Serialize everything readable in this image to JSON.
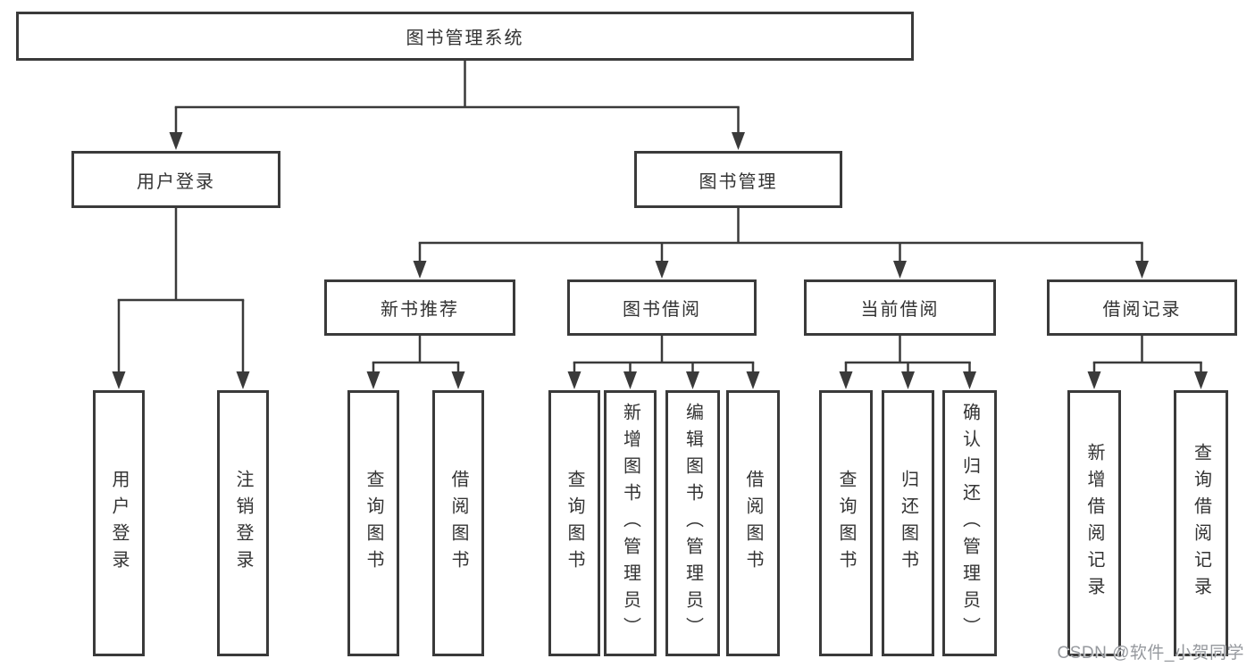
{
  "diagram": {
    "title": "图书管理系统",
    "type": "hierarchy-tree",
    "watermark": "CSDN @软件_小贺同学",
    "colors": {
      "line": "#3a3a3a",
      "box_border": "#3a3a3a",
      "box_background": "#ffffff",
      "text": "#333333",
      "watermark": "#96999e",
      "background": "#ffffff"
    },
    "nodes": [
      {
        "id": "root",
        "label": "图书管理系统",
        "parent": null
      },
      {
        "id": "login",
        "label": "用户登录",
        "parent": "root"
      },
      {
        "id": "mgmt",
        "label": "图书管理",
        "parent": "root"
      },
      {
        "id": "v_login",
        "label": "用户登录",
        "parent": "login"
      },
      {
        "id": "v_logout",
        "label": "注销登录",
        "parent": "login"
      },
      {
        "id": "newbook",
        "label": "新书推荐",
        "parent": "mgmt"
      },
      {
        "id": "borrow",
        "label": "图书借阅",
        "parent": "mgmt"
      },
      {
        "id": "current",
        "label": "当前借阅",
        "parent": "mgmt"
      },
      {
        "id": "records",
        "label": "借阅记录",
        "parent": "mgmt"
      },
      {
        "id": "v_nb_query",
        "label": "查询图书",
        "parent": "newbook"
      },
      {
        "id": "v_nb_borrow",
        "label": "借阅图书",
        "parent": "newbook"
      },
      {
        "id": "v_bw_query",
        "label": "查询图书",
        "parent": "borrow"
      },
      {
        "id": "v_bw_add",
        "label": "新增图书（管理员）",
        "parent": "borrow"
      },
      {
        "id": "v_bw_edit",
        "label": "编辑图书（管理员）",
        "parent": "borrow"
      },
      {
        "id": "v_bw_borrow",
        "label": "借阅图书",
        "parent": "borrow"
      },
      {
        "id": "v_cur_query",
        "label": "查询图书",
        "parent": "current"
      },
      {
        "id": "v_cur_return",
        "label": "归还图书",
        "parent": "current"
      },
      {
        "id": "v_cur_confirm",
        "label": "确认归还（管理员）",
        "parent": "current"
      },
      {
        "id": "v_rec_add",
        "label": "新增借阅记录",
        "parent": "records"
      },
      {
        "id": "v_rec_query",
        "label": "查询借阅记录",
        "parent": "records"
      }
    ]
  }
}
